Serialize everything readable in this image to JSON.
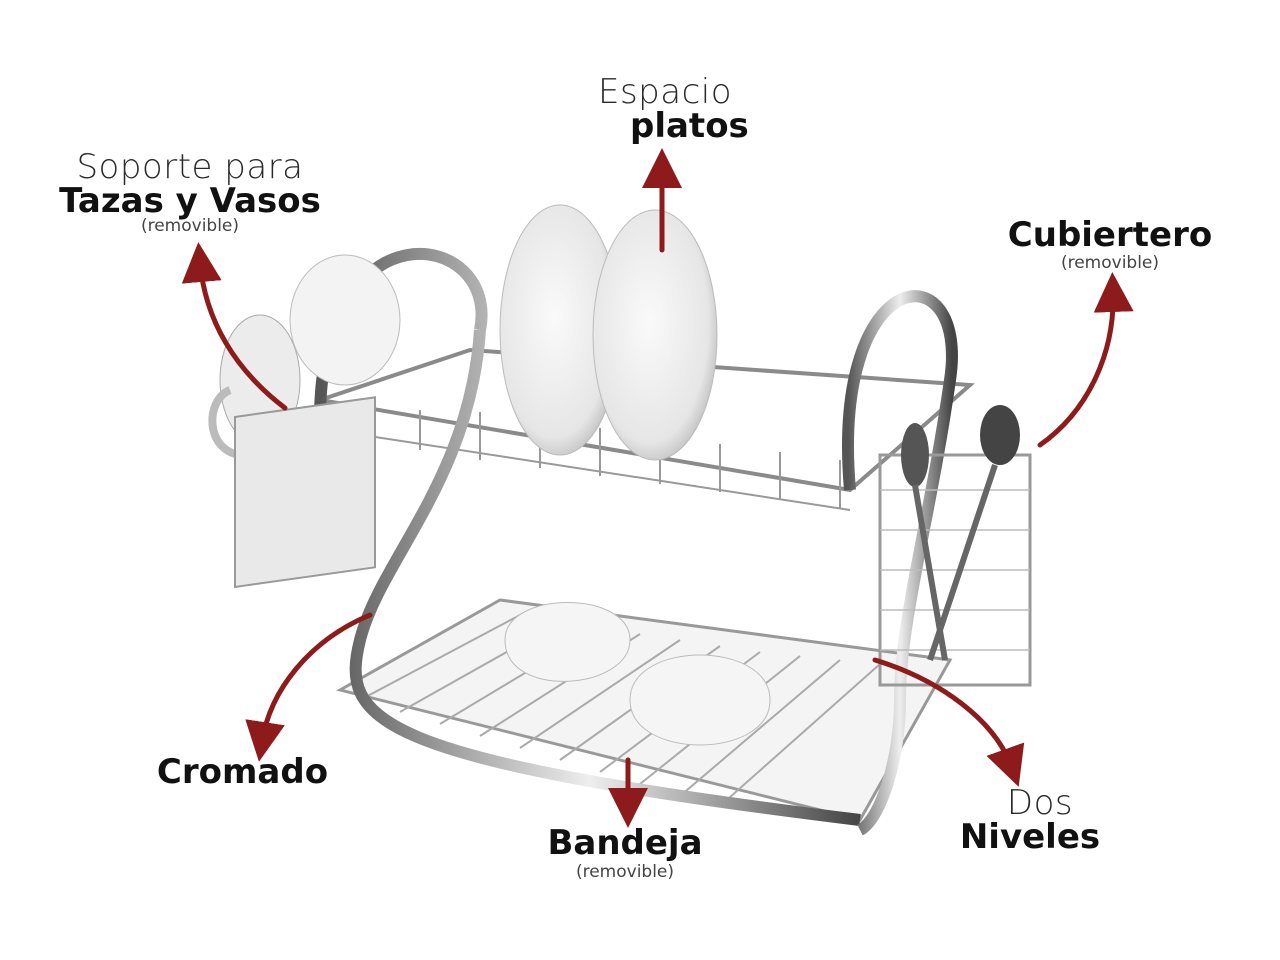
{
  "labels": {
    "platos": {
      "line1": "Espacio",
      "line2": "platos"
    },
    "tazas": {
      "line1": "Soporte para",
      "line2": "Tazas y Vasos",
      "note": "(removible)"
    },
    "cubiertero": {
      "line1": "Cubiertero",
      "note": "(removible)"
    },
    "cromado": {
      "line1": "Cromado"
    },
    "bandeja": {
      "line1": "Bandeja",
      "note": "(removible)"
    },
    "niveles": {
      "line1": "Dos",
      "line2": "Niveles"
    }
  },
  "colors": {
    "arrow": "#8e1b1b",
    "chrome": "#8a8a8a",
    "dish": "#f2f2f2"
  }
}
